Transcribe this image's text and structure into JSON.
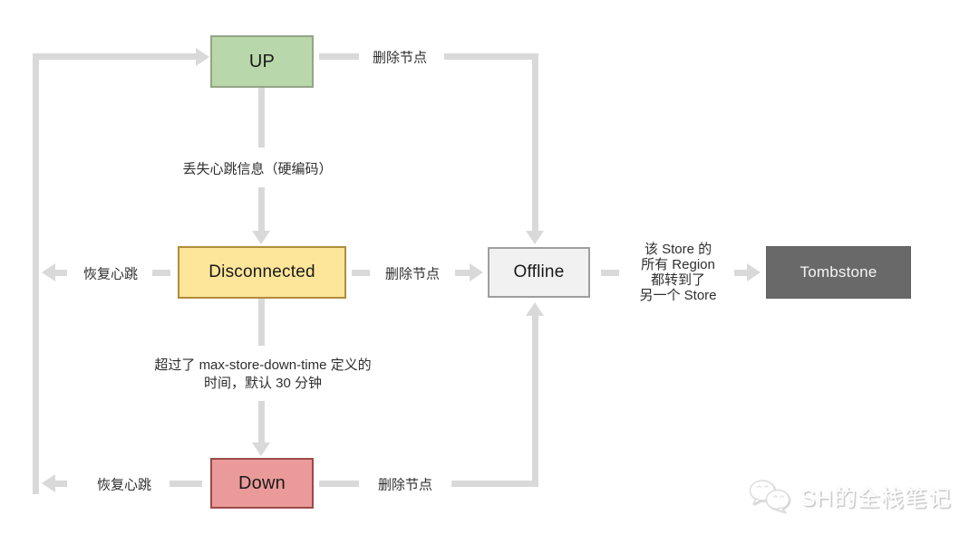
{
  "diagram": {
    "line_color": "#d9d9d9",
    "nodes": [
      {
        "id": "up",
        "label": "UP",
        "fill": "#b8d7aa",
        "border": "#94a487",
        "text_color": "#1a1a1a"
      },
      {
        "id": "disconnected",
        "label": "Disconnected",
        "fill": "#fde599",
        "border": "#b08c3e",
        "text_color": "#1a1a1a"
      },
      {
        "id": "offline",
        "label": "Offline",
        "fill": "#f1f1f1",
        "border": "#9e9e9e",
        "text_color": "#1a1a1a"
      },
      {
        "id": "tombstone",
        "label": "Tombstone",
        "fill": "#696969",
        "border": "#606060",
        "text_color": "#f5f5f5"
      },
      {
        "id": "down",
        "label": "Down",
        "fill": "#ea9a99",
        "border": "#9c4a48",
        "text_color": "#1a1a1a"
      }
    ],
    "labels": {
      "up_delete_node": "删除节点",
      "lost_heartbeat": "丢失心跳信息（硬编码）",
      "recover_heartbeat_disconnected": "恢复心跳",
      "disconnected_delete_node": "删除节点",
      "max_store_down": [
        "超过了 max-store-down-time 定义的",
        "时间，默认 30 分钟"
      ],
      "recover_heartbeat_down": "恢复心跳",
      "down_delete_node": "删除节点",
      "store_moved": [
        "该 Store 的",
        "所有 Region",
        "都转到了",
        "另一个 Store"
      ]
    }
  },
  "watermark": {
    "text": "SH的全栈笔记",
    "icon": "wechat-chat-bubbles-icon"
  }
}
